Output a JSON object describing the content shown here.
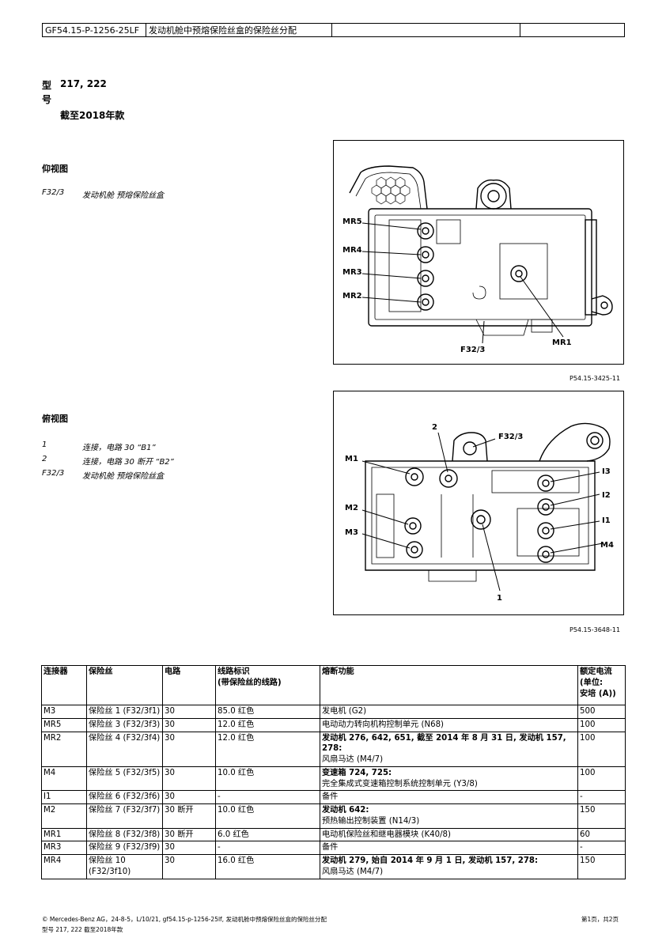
{
  "header": {
    "doc_code": "GF54.15-P-1256-25LF",
    "title": "发动机舱中预熔保险丝盒的保险丝分配",
    "cell3": "",
    "cell4": ""
  },
  "model": {
    "label_1": "型",
    "label_2": "号",
    "value": "217, 222",
    "limit": "截至2018年款"
  },
  "view_bottom": {
    "title": "仰视图",
    "legend": [
      {
        "code": "F32/3",
        "desc": "发动机舱 预熔保险丝盒"
      }
    ],
    "figure_ref": "P54.15-3425-11",
    "callouts": {
      "mr5": "MR5",
      "mr4": "MR4",
      "mr3": "MR3",
      "mr2": "MR2",
      "f32": "F32/3",
      "mr1": "MR1"
    }
  },
  "view_top": {
    "title": "俯视图",
    "legend": [
      {
        "code": "1",
        "desc": "连接，电路 30 “B1”"
      },
      {
        "code": "2",
        "desc": "连接，电路 30 断开 “B2”"
      },
      {
        "code": "F32/3",
        "desc": "发动机舱 预熔保险丝盒"
      }
    ],
    "figure_ref": "P54.15-3648-11",
    "callouts": {
      "n2": "2",
      "f32": "F32/3",
      "m1": "M1",
      "i3": "I3",
      "i2": "I2",
      "i1": "I1",
      "m2": "M2",
      "m3": "M3",
      "m4": "M4",
      "n1": "1"
    }
  },
  "table": {
    "headers": [
      "连接器",
      "保险丝",
      "电路",
      "线路标识\n(带保险丝的线路)",
      "熔断功能",
      "额定电流\n(单位:\n安培 (A))"
    ],
    "rows": [
      {
        "connector": "M3",
        "fuse": "保险丝 1 (F32/3f1)",
        "circuit": "30",
        "wire": "85.0 红色",
        "func_bold": "",
        "func": "发电机 (G2)",
        "rating": "500"
      },
      {
        "connector": "MR5",
        "fuse": "保险丝 3 (F32/3f3)",
        "circuit": "30",
        "wire": "12.0 红色",
        "func_bold": "",
        "func": "电动动力转向机构控制单元 (N68)",
        "rating": "100"
      },
      {
        "connector": "MR2",
        "fuse": "保险丝 4 (F32/3f4)",
        "circuit": "30",
        "wire": "12.0 红色",
        "func_bold": "发动机 276, 642, 651, 截至 2014 年 8 月 31 日, 发动机 157, 278:",
        "func": "风扇马达 (M4/7)",
        "rating": "100"
      },
      {
        "connector": "M4",
        "fuse": "保险丝 5 (F32/3f5)",
        "circuit": "30",
        "wire": "10.0 红色",
        "func_bold": "变速箱 724, 725:",
        "func": "完全集成式变速箱控制系统控制单元 (Y3/8)",
        "rating": "100"
      },
      {
        "connector": "I1",
        "fuse": "保险丝 6 (F32/3f6)",
        "circuit": "30",
        "wire": "-",
        "func_bold": "",
        "func": "备件",
        "rating": "-"
      },
      {
        "connector": "M2",
        "fuse": "保险丝 7 (F32/3f7)",
        "circuit": "30 断开",
        "wire": "10.0 红色",
        "func_bold": "发动机 642:",
        "func": "预热输出控制装置 (N14/3)",
        "rating": "150"
      },
      {
        "connector": "MR1",
        "fuse": "保险丝 8 (F32/3f8)",
        "circuit": "30 断开",
        "wire": "6.0 红色",
        "func_bold": "",
        "func": "电动机保险丝和继电器模块 (K40/8)",
        "rating": "60"
      },
      {
        "connector": "MR3",
        "fuse": "保险丝 9 (F32/3f9)",
        "circuit": "30",
        "wire": "-",
        "func_bold": "",
        "func": "备件",
        "rating": "-"
      },
      {
        "connector": "MR4",
        "fuse": "保险丝 10 (F32/3f10)",
        "circuit": "30",
        "wire": "16.0 红色",
        "func_bold": "发动机 279, 始自 2014 年 9 月 1 日, 发动机 157, 278:",
        "func": "风扇马达 (M4/7)",
        "rating": "150"
      }
    ]
  },
  "footer": {
    "line1": "© Mercedes-Benz AG，24-8-5，L/10/21, gf54.15-p-1256-25lf, 发动机舱中预熔保险丝盒的保险丝分配",
    "line2": "型号 217, 222 截至2018年款",
    "page": "第1页，共2页"
  }
}
